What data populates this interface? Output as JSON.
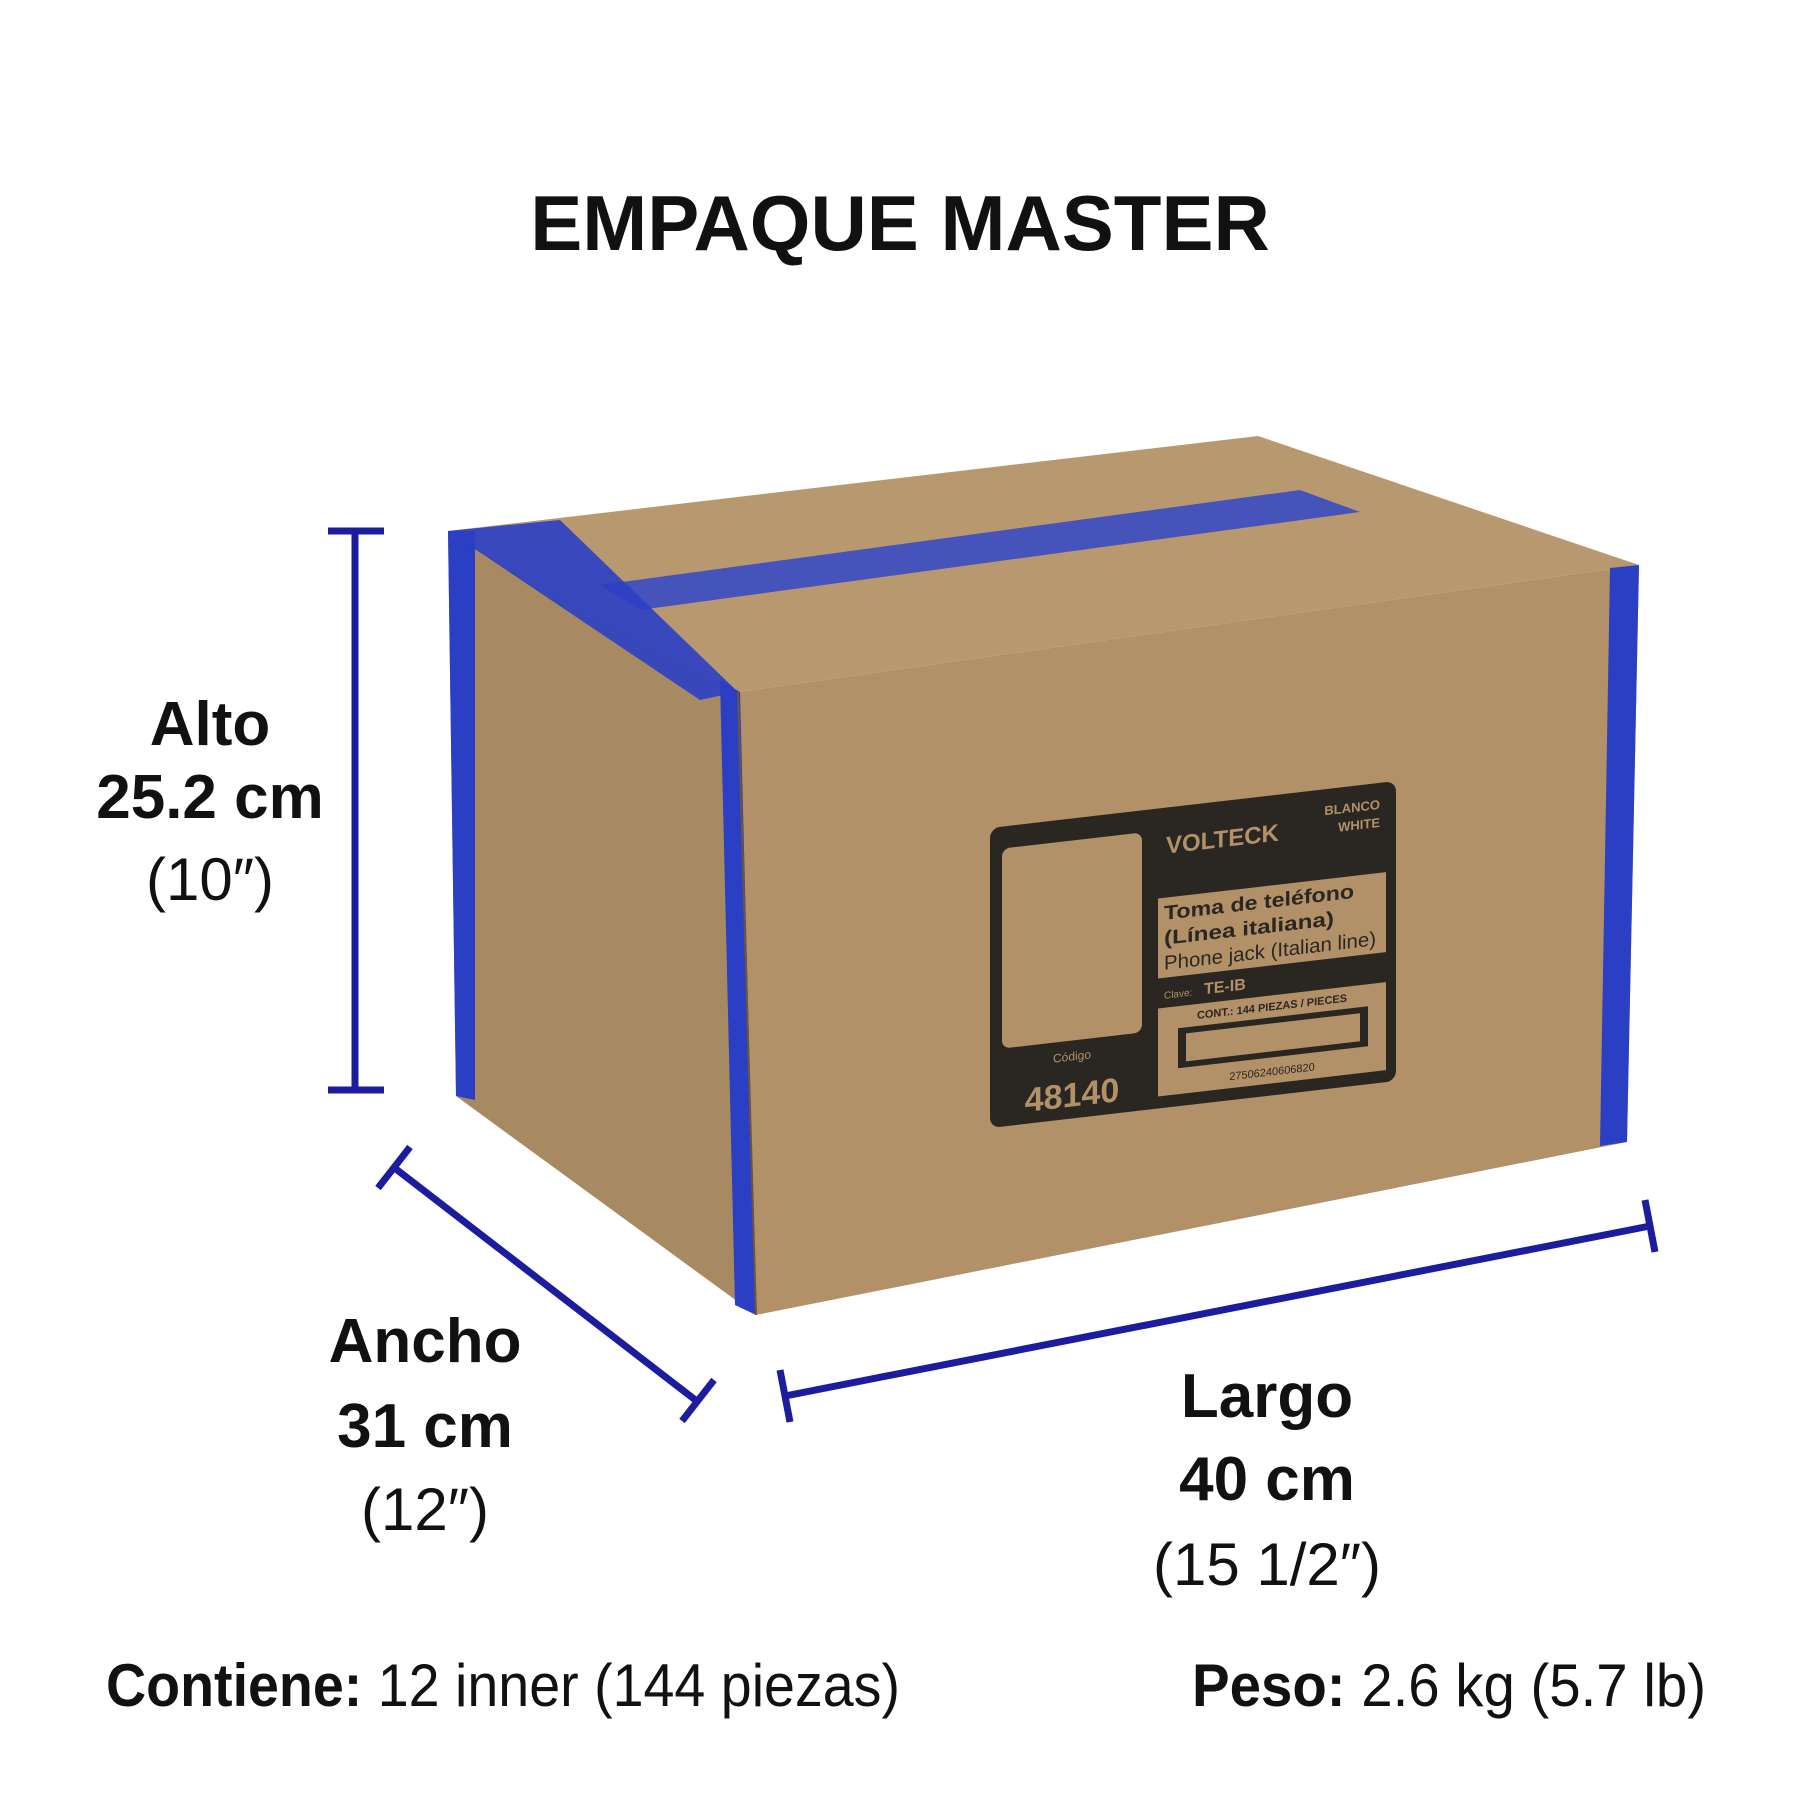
{
  "title": "EMPAQUE MASTER",
  "colors": {
    "dimension_line": "#1c1c9e",
    "cardboard": "#b89a72",
    "tape": "#2b3fc4",
    "label_dark": "#2a2622"
  },
  "dimensions": {
    "alto": {
      "label": "Alto",
      "metric": "25.2 cm",
      "imperial": "(10″)"
    },
    "ancho": {
      "label": "Ancho",
      "metric": "31 cm",
      "imperial": "(12″)"
    },
    "largo": {
      "label": "Largo",
      "metric": "40 cm",
      "imperial": "(15 1/2″)"
    }
  },
  "contents": {
    "label": "Contiene:",
    "value": "12 inner (144 piezas)"
  },
  "weight": {
    "label": "Peso:",
    "value": "2.6 kg (5.7 lb)"
  },
  "box_label": {
    "brand": "VOLTECK",
    "color_es": "BLANCO",
    "color_en": "WHITE",
    "name_es_1": "Toma de teléfono",
    "name_es_2": "(Línea italiana)",
    "name_en": "Phone jack (Italian line)",
    "clave_label": "Clave:",
    "clave": "TE-IB",
    "cont": "CONT.: 144 PIEZAS / PIECES",
    "barcode": "27506240606820",
    "codigo_label": "Código",
    "codigo": "48140"
  }
}
